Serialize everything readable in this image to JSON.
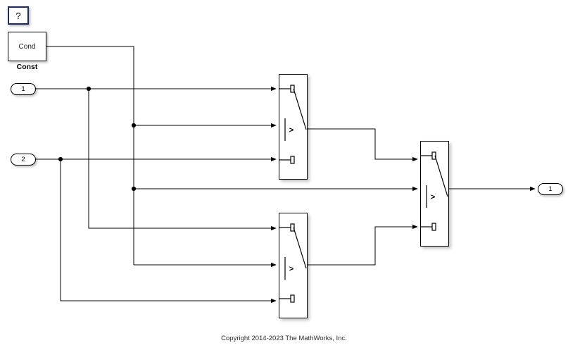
{
  "diagram": {
    "type": "simulink-block-diagram",
    "background_color": "#ffffff",
    "line_color": "#000000",
    "help_block": {
      "label": "?",
      "name": "help-block",
      "border_color": "#1a2a6e"
    },
    "constant_block": {
      "value_label": "Cond",
      "caption": "Const",
      "name": "constant-block"
    },
    "inports": [
      {
        "label": "1",
        "name": "inport-1"
      },
      {
        "label": "2",
        "name": "inport-2"
      }
    ],
    "outports": [
      {
        "label": "1",
        "name": "outport-1"
      }
    ],
    "switch_blocks": [
      {
        "id": "switch-top",
        "criteria_symbol": ">",
        "name": "switch-block-top"
      },
      {
        "id": "switch-bottom",
        "criteria_symbol": ">",
        "name": "switch-block-bottom"
      },
      {
        "id": "switch-right",
        "criteria_symbol": ">",
        "name": "switch-block-right"
      }
    ],
    "footer": {
      "copyright": "Copyright 2014-2023 The MathWorks, Inc."
    }
  }
}
